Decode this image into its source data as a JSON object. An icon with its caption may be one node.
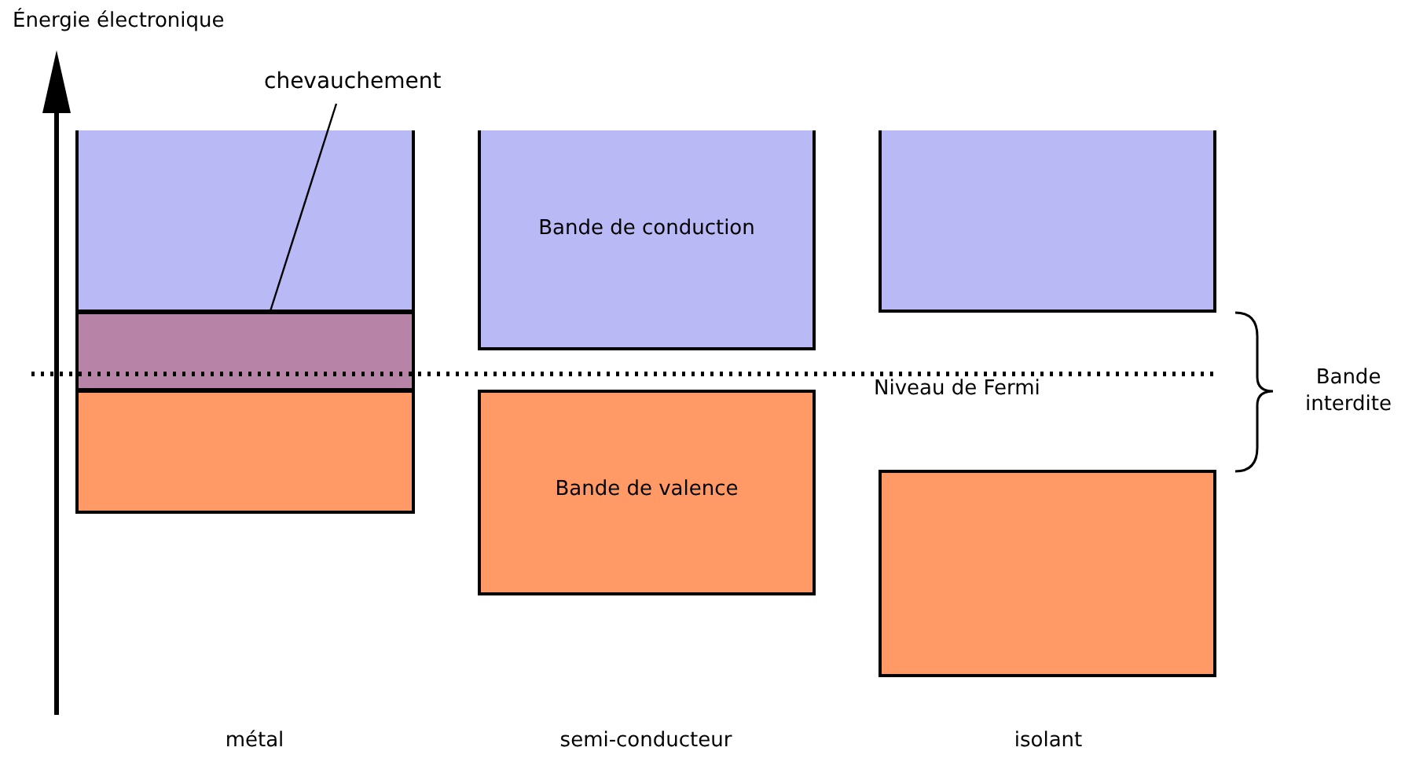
{
  "diagram": {
    "nodes": [
      {
        "text": [
          "chevauchement"
        ]
      },
      {
        "text": [],
        "shape": "box"
      },
      {
        "text": [],
        "shape": "box"
      },
      {
        "text": [],
        "shape": "box"
      },
      {
        "text": [
          "Bande de conduction"
        ]
      },
      {
        "text": [
          "Bande de valence"
        ]
      },
      {
        "text": [],
        "shape": "box"
      },
      {
        "text": [],
        "shape": "box"
      }
    ],
    "edges": [
      {
        "from": 0,
        "to": 2,
        "arrow": "none"
      }
    ],
    "labels": [
      "Énergie électronique",
      "Niveau de Fermi",
      "Bande interdite",
      "métal",
      "semi-conducteur",
      "isolant"
    ]
  }
}
